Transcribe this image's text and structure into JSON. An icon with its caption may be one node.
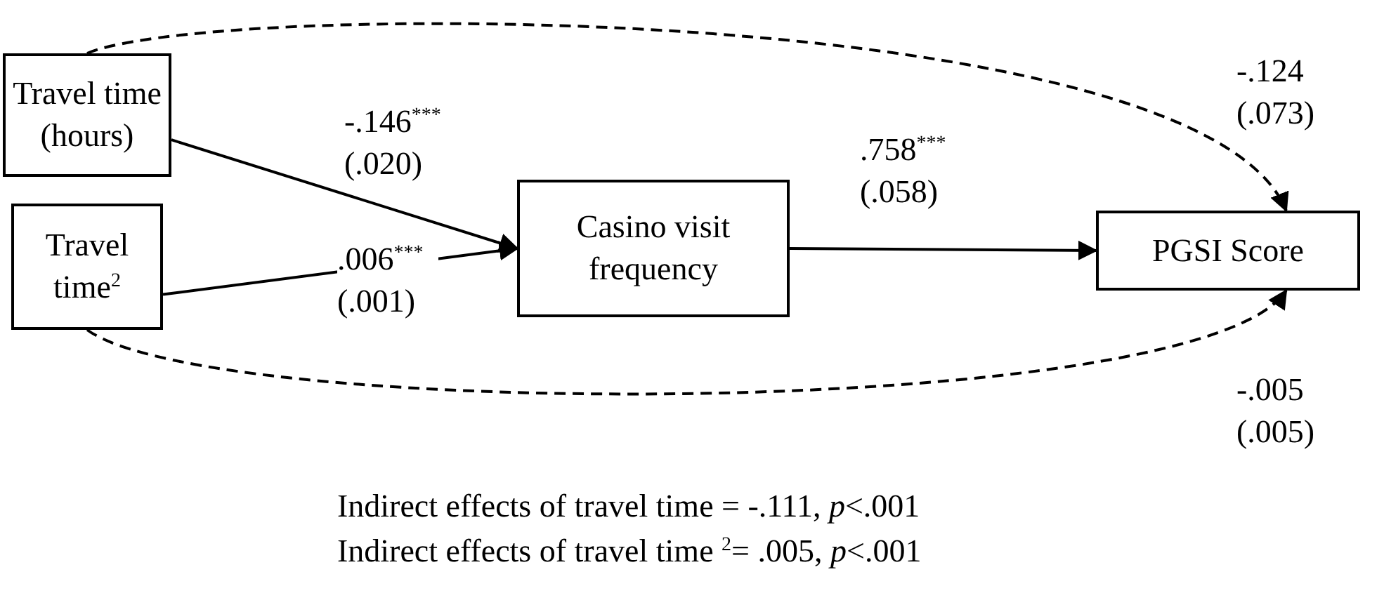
{
  "diagram": {
    "nodes": [
      {
        "text": [
          "Travel time (hours)"
        ]
      },
      {
        "text": [
          "Travel time$^{2}$"
        ]
      },
      {
        "text": [
          "Casino visit frequency"
        ]
      },
      {
        "text": [
          "PGSI Score"
        ]
      }
    ],
    "edges": [
      {
        "from": 0,
        "to": 2,
        "arrow": "to",
        "label": "-.146$^{***}$ (.020)"
      },
      {
        "from": 1,
        "to": 2,
        "arrow": "to",
        "label": ".006$^{***}$ (.001)"
      },
      {
        "from": 2,
        "to": 3,
        "arrow": "to",
        "label": ".758$^{***}$ (.058)"
      },
      {
        "from": 0,
        "to": 3,
        "arrow": "to",
        "style": "dashed",
        "label": "-.124 (.073)"
      },
      {
        "from": 1,
        "to": 3,
        "arrow": "to",
        "style": "dashed",
        "label": "-.005 (.005)"
      }
    ],
    "labels": [
      "Indirect effects of travel time = -.111, *p*<.001",
      "Indirect effects of travel time $^{2}$= .005, *p*<.001"
    ]
  }
}
